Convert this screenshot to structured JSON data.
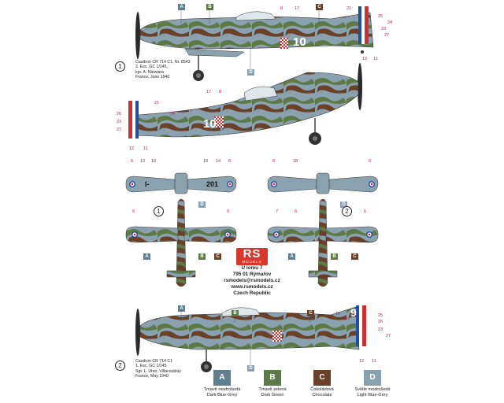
{
  "profiles": {
    "p1": {
      "index": "1",
      "caption": [
        "Caudron CR 714 C1, Nr. 8543",
        "2. Esc. GC 1/145,",
        "kpr. A. Niewiara",
        "France, June 1940"
      ],
      "fuselage_code": "10"
    },
    "p2": {
      "index": "2",
      "caption": [
        "Caudron CR 714 C1",
        "1. Esc. GC 1/145",
        "Sgt. L. Uher, Villacoublay",
        "France, May 1940"
      ],
      "fuselage_code": "9"
    }
  },
  "plan_views": {
    "left_index": "1",
    "right_index": "2",
    "wing_code_left": "I-",
    "wing_code_right": "201"
  },
  "logo": {
    "main": "RS",
    "sub": "MODELS"
  },
  "address": [
    "U lomu 7",
    "795 01 Rýmařov",
    "rsmodels@rsmodels.cz",
    "www.rsmodels.cz",
    "Czech Republic"
  ],
  "colors": [
    {
      "key": "A",
      "hex": "#5f7f8e",
      "name_cz": "Tmavě modrošedá",
      "name_en": "Dark Blue-Grey"
    },
    {
      "key": "B",
      "hex": "#5d7a46",
      "name_cz": "Tmavě zelená",
      "name_en": "Dark Green"
    },
    {
      "key": "C",
      "hex": "#6b4028",
      "name_cz": "Čokoládová",
      "name_en": "Chocolate"
    },
    {
      "key": "D",
      "hex": "#8aa2b0",
      "name_cz": "Světle modrošedá",
      "name_en": "Light Blue-Grey"
    }
  ],
  "callout_numbers": {
    "p1_top": [
      "8",
      "17",
      "21"
    ],
    "p1_right": [
      "25",
      "24",
      "23",
      "27"
    ],
    "p1_bottom": [
      "12",
      "11"
    ],
    "p1b_left": [
      "26",
      "21",
      "24",
      "23",
      "27",
      "12",
      "11"
    ],
    "p1b_top": [
      "17",
      "8"
    ],
    "plan1": [
      "6",
      "13",
      "18",
      "18",
      "14",
      "6",
      "6",
      "6"
    ],
    "plan2": [
      "6",
      "18",
      "6",
      "7",
      "6",
      "6"
    ],
    "p2_right": [
      "16",
      "4",
      "25",
      "26",
      "23",
      "27"
    ],
    "p2_bottom": [
      "12",
      "11"
    ]
  },
  "ink": {
    "number_color": "#c2185b",
    "line_color": "#444444"
  }
}
